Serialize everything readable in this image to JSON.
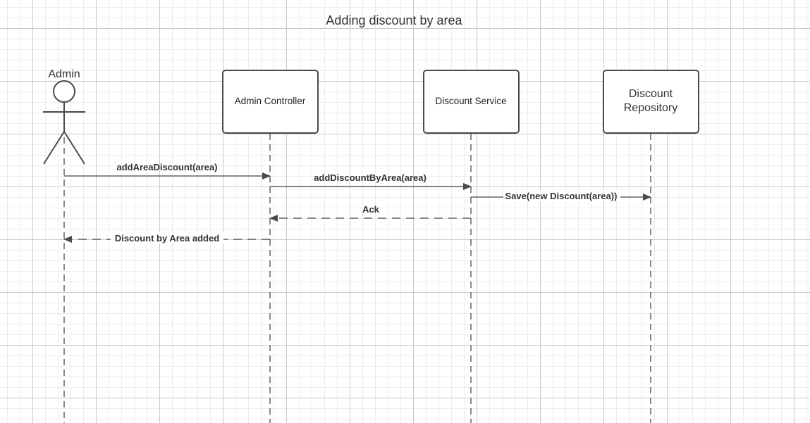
{
  "diagram": {
    "title": "Adding discount by area",
    "actor": {
      "label": "Admin"
    },
    "participants": [
      {
        "id": "admin-controller",
        "lines": [
          "Admin Controller"
        ],
        "style": "small"
      },
      {
        "id": "discount-service",
        "lines": [
          "Discount Service"
        ],
        "style": "small"
      },
      {
        "id": "discount-repository",
        "lines": [
          "Discount",
          "Repository"
        ],
        "style": "large"
      }
    ],
    "messages": [
      {
        "label": "addAreaDiscount(area)",
        "from": "admin",
        "to": "admin-controller",
        "kind": "call"
      },
      {
        "label": "addDiscountByArea(area)",
        "from": "admin-controller",
        "to": "discount-service",
        "kind": "call"
      },
      {
        "label": "Save(new Discount(area))",
        "from": "discount-service",
        "to": "discount-repository",
        "kind": "call"
      },
      {
        "label": "Ack",
        "from": "discount-service",
        "to": "admin-controller",
        "kind": "return"
      },
      {
        "label": "Discount by Area added",
        "from": "admin-controller",
        "to": "admin",
        "kind": "return"
      }
    ],
    "colors": {
      "line": "#4a4a4a",
      "text": "#333333",
      "grid_major": "#c9c9c9",
      "grid_minor": "#ececec",
      "background": "#ffffff"
    }
  }
}
